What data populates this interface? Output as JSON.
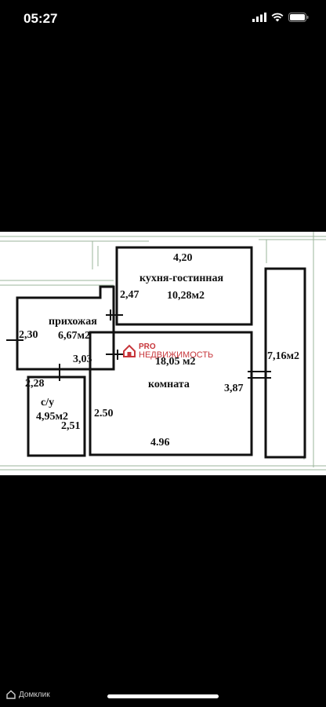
{
  "status_bar": {
    "time": "05:27",
    "icons": [
      "cellular-signal-icon",
      "wifi-icon",
      "battery-icon"
    ]
  },
  "floor_plan": {
    "kitchen_width": "4,20",
    "kitchen_name": "кухня-гостинная",
    "kitchen_area": "10,28м2",
    "kitchen_side": "2,47",
    "hall_name": "прихожая",
    "hall_area": "6,67м2",
    "hall_side": "2,30",
    "hall_bottom": "3,03",
    "room_area": "18,05 м2",
    "room_name": "комната",
    "room_side_right": "3,87",
    "room_side_left": "2.50",
    "room_bottom": "4.96",
    "bath_width": "2,28",
    "bath_name": "с/у",
    "bath_area": "4,95м2",
    "bath_side": "2,51",
    "balcony_area": "7,16м2"
  },
  "watermark": {
    "pro": "PRO",
    "name": "НЕДВИЖИМОСТЬ",
    "color": "#c7353a"
  },
  "brand": {
    "label": "Домклик"
  }
}
